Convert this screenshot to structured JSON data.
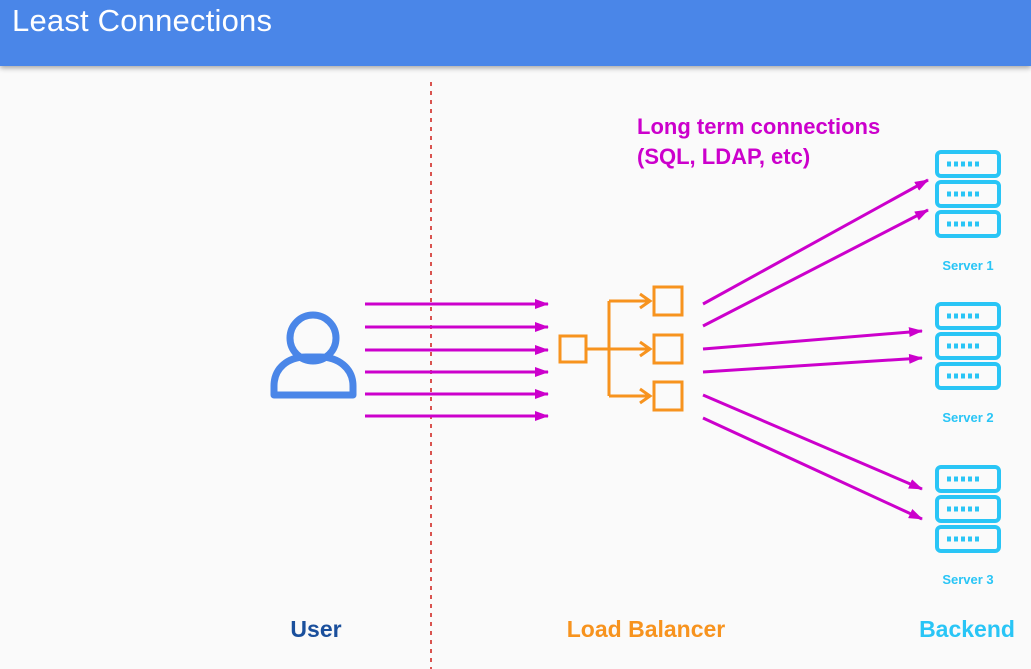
{
  "header": {
    "title": "Least Connections"
  },
  "annotation": {
    "line1": "Long term connections",
    "line2": "(SQL, LDAP, etc)"
  },
  "servers": [
    {
      "label": "Server 1"
    },
    {
      "label": "Server 2"
    },
    {
      "label": "Server 3"
    }
  ],
  "columns": {
    "user": "User",
    "load_balancer": "Load Balancer",
    "backend": "Backend"
  },
  "icons": {
    "user": "user-icon",
    "load_balancer": "load-balancer-icon",
    "server": "server-rack-icon"
  },
  "colors": {
    "header": "#4a86e8",
    "arrows": "#cc00cc",
    "user": "#4a86e8",
    "user_label": "#1a4f9c",
    "load_balancer": "#f7931e",
    "backend": "#29c5f6",
    "divider": "#d9534f"
  }
}
